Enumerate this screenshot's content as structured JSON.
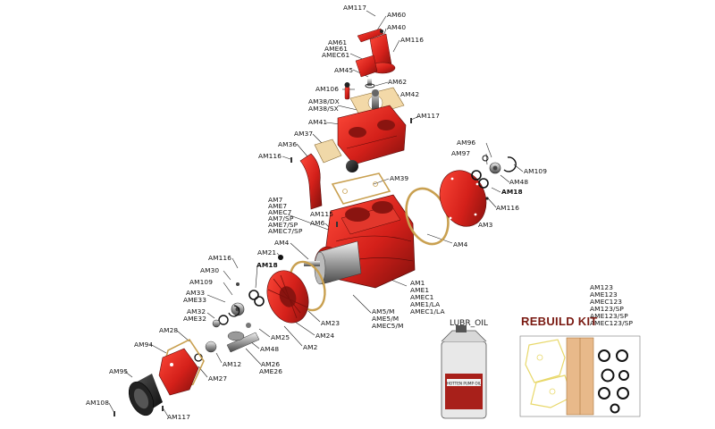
{
  "parts": {
    "AM117_top": "AM117",
    "AM60": "AM60",
    "AM40": "AM40",
    "AM116_top": "AM116",
    "AM61": "AM61",
    "AME61": "AME61",
    "AMEC61": "AMEC61",
    "AM45": "AM45",
    "AM62": "AM62",
    "AM106": "AM106",
    "AM42": "AM42",
    "AM38DX": "AM38/DX",
    "AM38SX": "AM38/SX",
    "AM117_mid": "AM117",
    "AM41": "AM41",
    "AM37": "AM37",
    "AM36": "AM36",
    "AM116_left": "AM116",
    "AM96": "AM96",
    "AM97": "AM97",
    "AM109_right": "AM109",
    "AM48_right": "AM48",
    "AM18_right": "AM18",
    "AM116_right": "AM116",
    "AM39": "AM39",
    "AM7": "AM7",
    "AME7": "AME7",
    "AMEC7": "AMEC7",
    "AM7SP": "AM7/SP",
    "AME7SP": "AME7/SP",
    "AMEC7SP": "AMEC7/SP",
    "AM115": "AM115",
    "AM6": "AM6",
    "AM3": "AM3",
    "AM4_right": "AM4",
    "AM4_left": "AM4",
    "AM21": "AM21",
    "AM116_mid": "AM116",
    "AM18_left": "AM18",
    "AM30": "AM30",
    "AM109_left": "AM109",
    "AM33": "AM33",
    "AME33": "AME33",
    "AM32": "AM32",
    "AME32": "AME32",
    "AM1": "AM1",
    "AME1": "AME1",
    "AMEC1": "AMEC1",
    "AME1LA": "AME1/LA",
    "AMEC1LA": "AMEC1/LA",
    "AM5M": "AM5/M",
    "AME5M": "AME5/M",
    "AMEC5M": "AMEC5/M",
    "AM23": "AM23",
    "AM24": "AM24",
    "AM28": "AM28",
    "AM25": "AM25",
    "AM2": "AM2",
    "AM94": "AM94",
    "AM48_left": "AM48",
    "AM12": "AM12",
    "AM26": "AM26",
    "AME26": "AME26",
    "AM27": "AM27",
    "AM95": "AM95",
    "AM108": "AM108",
    "AM117_bottom": "AM117",
    "AM123": "AM123",
    "AME123": "AME123",
    "AMEC123": "AMEC123",
    "AM123SP": "AM123/SP",
    "AME123SP": "AME123/SP",
    "AMEC123SP": "AMEC123/SP"
  },
  "lubr_label": "LUBR_OIL",
  "bottle_label": "HOTTEN PUMP OIL",
  "kit_title": "REBUILD KIT",
  "colors": {
    "part_red": "#d4201a",
    "dark_red": "#8a1410",
    "kit_tan": "#e8b98a",
    "kit_line": "#e8d86a"
  }
}
